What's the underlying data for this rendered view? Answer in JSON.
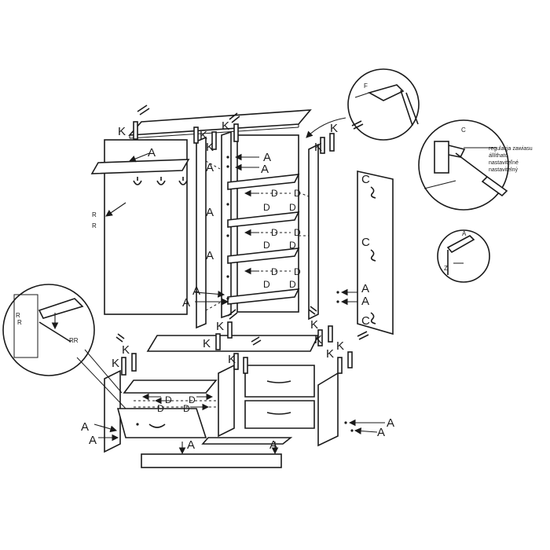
{
  "labels": {
    "a": "A",
    "k": "K",
    "d": "D",
    "c": "C",
    "r": "R",
    "f": "F",
    "z": "Z",
    "rr": "RR"
  },
  "hinge_note": {
    "line1": "regulacja zawiasu",
    "line2": "állítható",
    "line3": "nastaviteľné",
    "line4": "nastavitelný"
  }
}
